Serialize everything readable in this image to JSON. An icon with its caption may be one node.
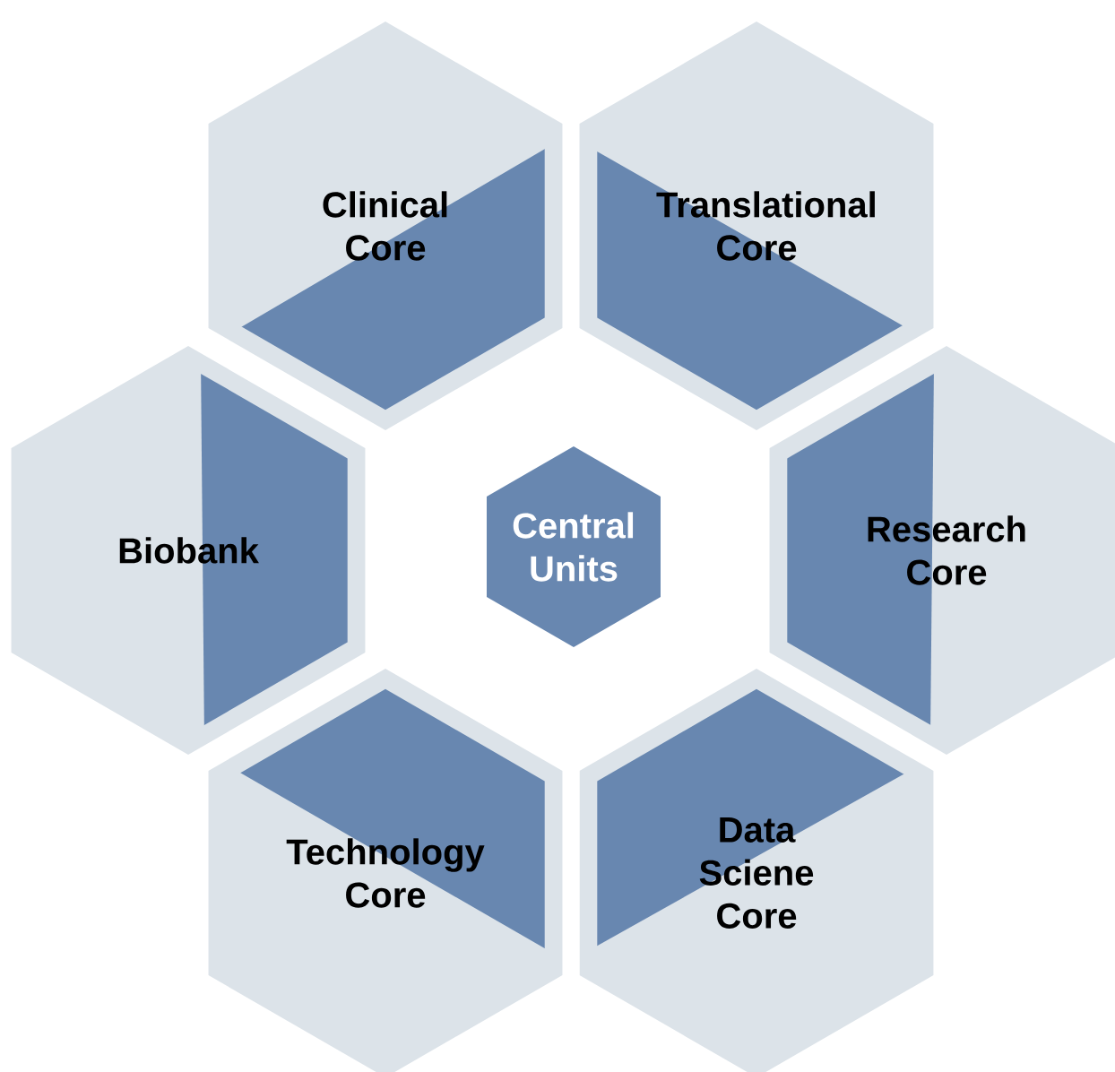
{
  "diagram": {
    "nodes": [
      {
        "text": [
          "Clinical Core"
        ]
      },
      {
        "text": [
          "Translational Core"
        ]
      },
      {
        "text": [
          "Biobank"
        ]
      },
      {
        "text": [
          "Central Units"
        ]
      },
      {
        "text": [
          "Research Core"
        ]
      },
      {
        "text": [
          "Technology Core"
        ]
      },
      {
        "text": [
          "Data Sciene Core"
        ]
      }
    ]
  }
}
